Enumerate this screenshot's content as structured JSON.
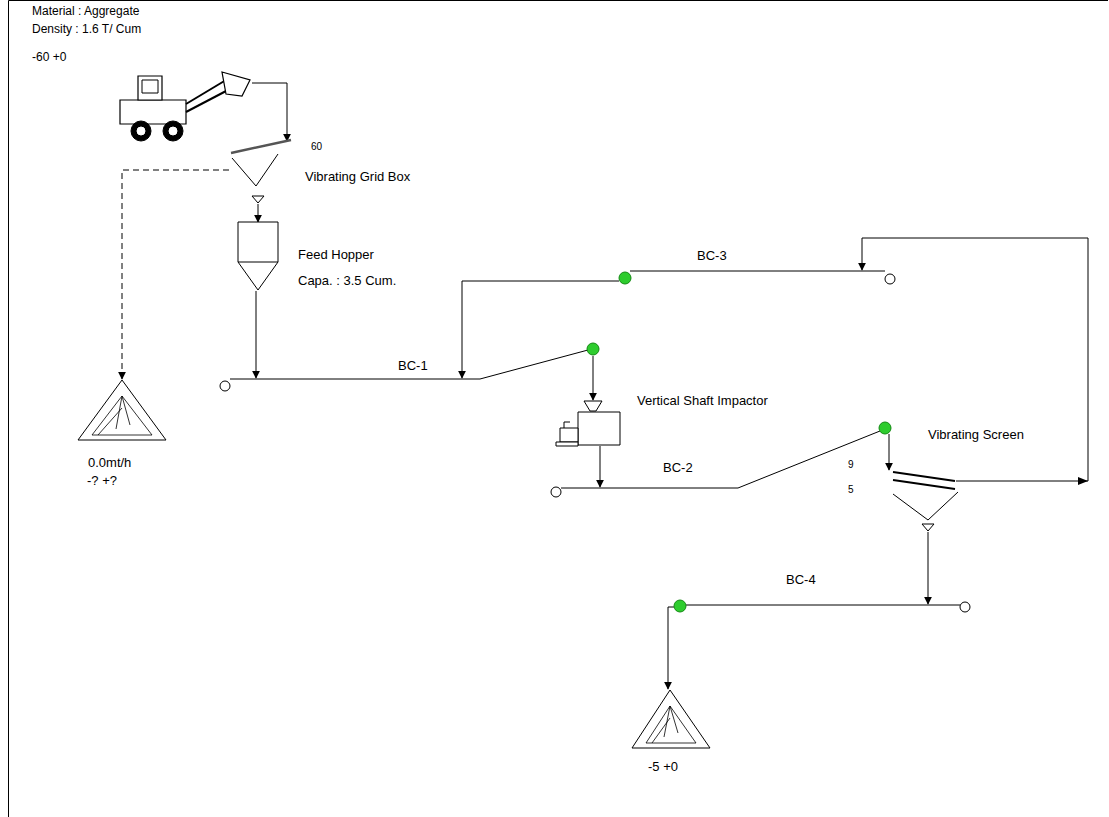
{
  "diagram": {
    "nodes": [
      {
        "text": [
          "-60 +0"
        ]
      },
      {
        "text": [
          "60",
          "Vibrating Grid Box"
        ]
      },
      {
        "text": [
          "Feed Hopper",
          "Capa. : 3.5 Cum."
        ]
      },
      {
        "text": [
          "BC-1"
        ]
      },
      {
        "text": [
          "BC-3"
        ]
      },
      {
        "text": [
          "Vertical Shaft Impactor"
        ]
      },
      {
        "text": [
          "BC-2"
        ]
      },
      {
        "text": [
          "9",
          "5",
          "Vibrating Screen"
        ]
      },
      {
        "text": [
          "BC-4"
        ]
      },
      {
        "text": [
          "0.0mt/h",
          "-? +?"
        ]
      },
      {
        "text": [
          "-5 +0"
        ]
      }
    ],
    "edges": [
      {
        "from": 0,
        "to": 1,
        "arrow": "to"
      },
      {
        "from": 1,
        "to": 2,
        "arrow": "to"
      },
      {
        "from": 1,
        "to": 9,
        "arrow": "to"
      },
      {
        "from": 2,
        "to": 3,
        "arrow": "to"
      },
      {
        "from": 3,
        "to": 5,
        "arrow": "to"
      },
      {
        "from": 5,
        "to": 6,
        "arrow": "to"
      },
      {
        "from": 6,
        "to": 7,
        "arrow": "to"
      },
      {
        "from": 7,
        "to": 4,
        "arrow": "to"
      },
      {
        "from": 4,
        "to": 3,
        "arrow": "to"
      },
      {
        "from": 7,
        "to": 8,
        "arrow": "to"
      },
      {
        "from": 8,
        "to": 10,
        "arrow": "to"
      }
    ],
    "labels": [
      "Material : Aggregate",
      "Density : 1.6 T/ Cum"
    ]
  }
}
